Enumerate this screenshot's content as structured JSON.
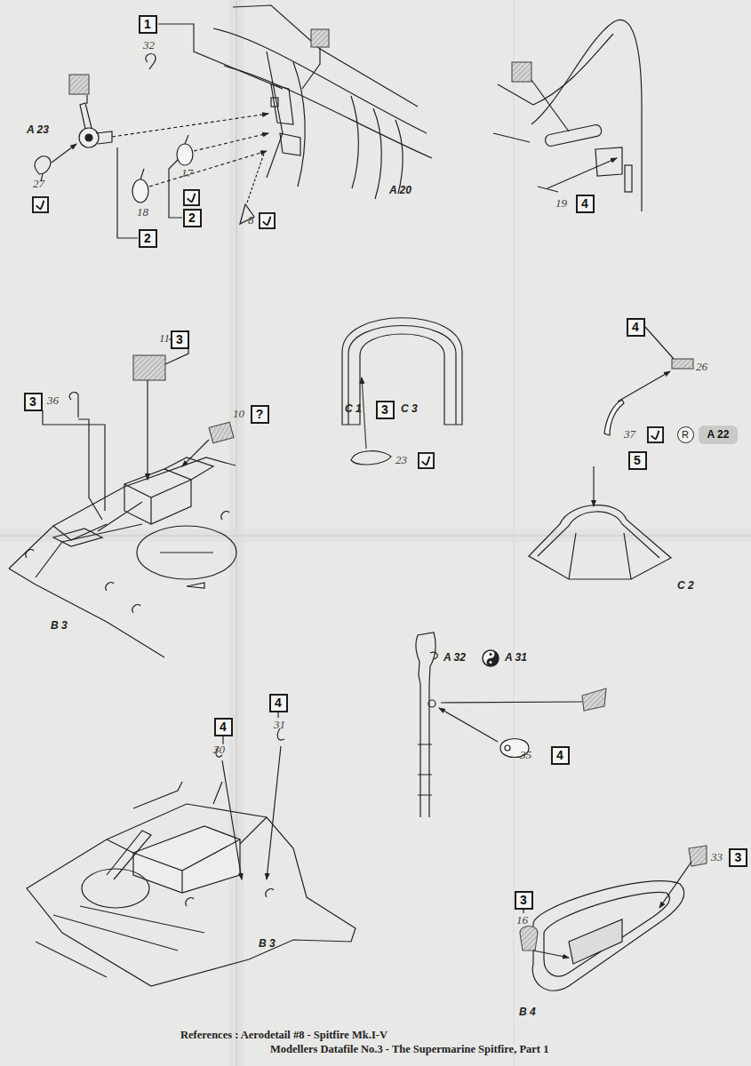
{
  "diagram": {
    "nodes": [
      {
        "text": [
          "1"
        ]
      },
      {
        "text": [
          "4"
        ]
      },
      {
        "text": [
          "2"
        ]
      },
      {
        "text": [
          "2"
        ]
      },
      {
        "text": [
          "4"
        ]
      },
      {
        "text": [
          "3"
        ]
      },
      {
        "text": [
          "3"
        ]
      },
      {
        "text": [
          "?"
        ]
      },
      {
        "text": [
          "3"
        ]
      },
      {
        "text": [
          "R"
        ]
      },
      {
        "text": [
          "A 22"
        ]
      },
      {
        "text": [
          "5"
        ]
      },
      {
        "text": [
          "4"
        ]
      },
      {
        "text": [
          "4"
        ]
      },
      {
        "text": [
          "4"
        ]
      },
      {
        "text": [
          "3"
        ]
      },
      {
        "text": [
          "3"
        ]
      }
    ],
    "labels": [
      "32",
      "A 23",
      "27",
      "17",
      "18",
      "8",
      "A 20",
      "19",
      "11",
      "36",
      "10",
      "C 1",
      "C 3",
      "B 3",
      "23",
      "26",
      "37",
      "C 2",
      "A 32",
      "A 31",
      "35",
      "31",
      "30",
      "33",
      "16",
      "B 4",
      "B 3",
      "References : Aerodetail #8 - Spitfire Mk.I-V",
      "Modellers Datafile No.3 - The Supermarine Spitfire, Part 1"
    ]
  }
}
